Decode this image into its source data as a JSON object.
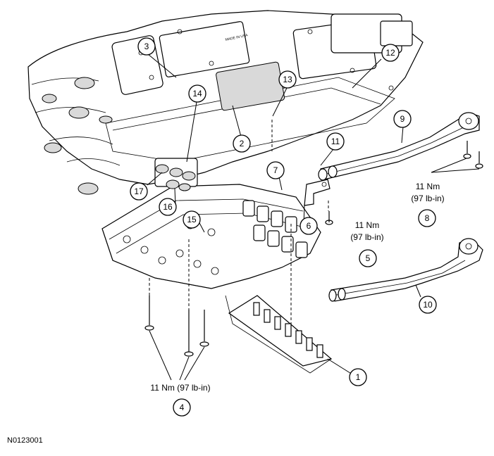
{
  "figure_id": "N0123001",
  "stamp_text": "MADE IN USA",
  "torque_specs": [
    {
      "id": "t-5",
      "nm": "11 Nm",
      "lbin": "(97 lb-in)",
      "callout": "5"
    },
    {
      "id": "t-8",
      "nm": "11 Nm",
      "lbin": "(97 lb-in)",
      "callout": "8"
    },
    {
      "id": "t-4",
      "text": "11 Nm (97 lb-in)",
      "callout": "4"
    }
  ],
  "callouts": [
    "1",
    "2",
    "3",
    "4",
    "5",
    "6",
    "7",
    "8",
    "9",
    "10",
    "11",
    "12",
    "13",
    "14",
    "15",
    "16",
    "17"
  ]
}
